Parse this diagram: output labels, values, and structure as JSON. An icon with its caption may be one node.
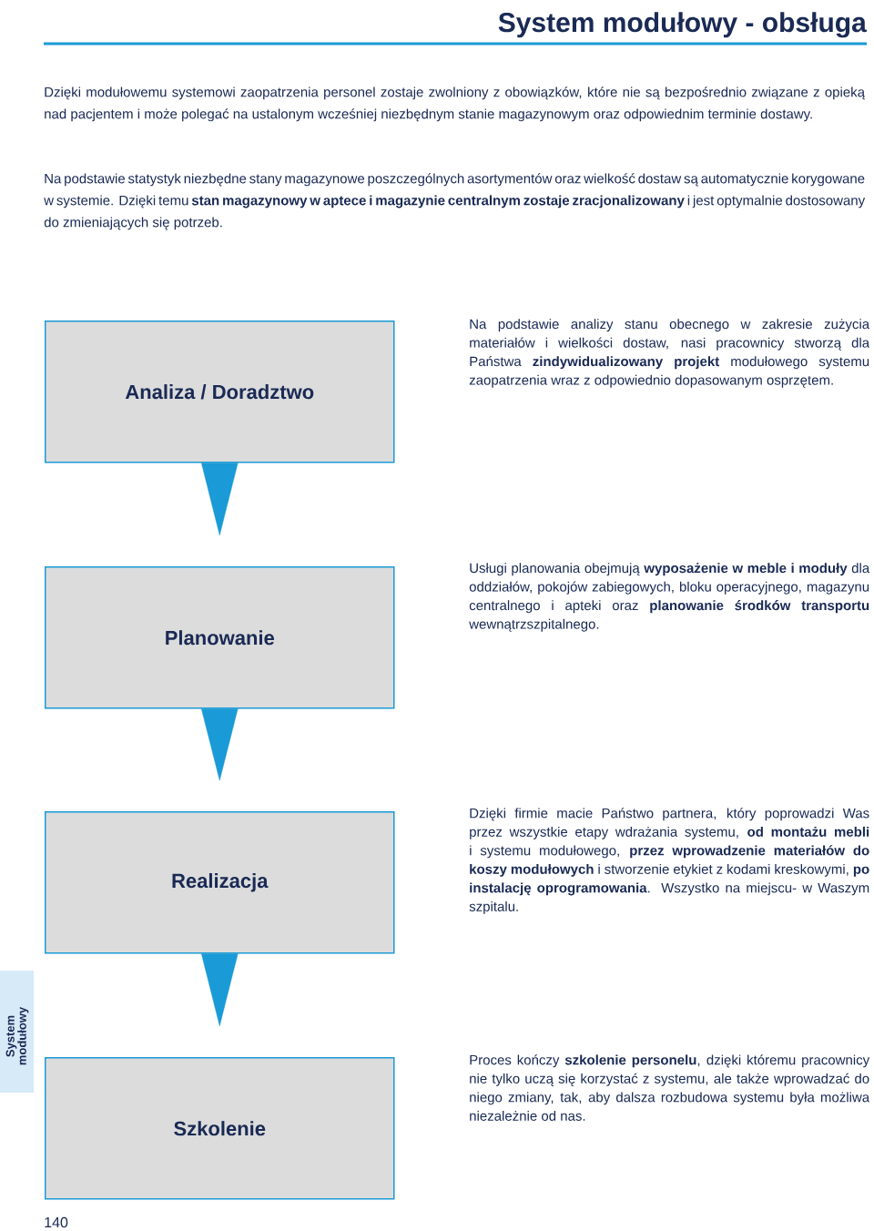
{
  "diagram": {
    "title": "System modułowy - obsługa",
    "nodes": [
      {
        "text": [
          "Analiza / Doradztwo"
        ]
      },
      {
        "text": [
          "Planowanie"
        ]
      },
      {
        "text": [
          "Realizacja"
        ]
      },
      {
        "text": [
          "Szkolenie"
        ]
      }
    ],
    "edges": [
      {
        "from": 0,
        "to": 1,
        "arrow": "to"
      },
      {
        "from": 1,
        "to": 2,
        "arrow": "to"
      },
      {
        "from": 2,
        "to": 3,
        "arrow": "to"
      }
    ],
    "labels": [
      "Dzięki modułowemu systemowi zaopatrzenia personel zostaje zwolniony z obowiązków, które nie są bezpośrednio związane z opieką nad pacjentem i może polegać na ustalonym wcześniej niezbędnym stanie magazynowym oraz odpowiednim terminie dostawy.",
      "Na podstawie statystyk niezbędne stany magazynowe poszczególnych asortymentów oraz wielkość dostaw są automatycznie korygowane w systemie. Dzięki temu **stan magazynowy w aptece i magazynie centralnym zostaje zracjonalizowany** i jest optymalnie dostosowany do zmieniających się potrzeb.",
      "Na podstawie analizy stanu obecnego w zakresie zużycia materiałów i wielkości dostaw, nasi pracownicy stworzą dla Państwa **zindywidualizowany projekt** modułowego systemu zaopatrzenia wraz z odpowiednio dopasowanym osprzętem.",
      "Usługi planowania obejmują **wyposażenie w meble i moduły** dla oddziałów, pokojów zabiegowych, bloku operacyjnego, magazynu centralnego i apteki oraz **planowanie środków transportu** wewnątrzszpitalnego.",
      "Dzięki firmie macie Państwo partnera, który poprowadzi Was przez wszystkie etapy wdrażania systemu, **od montażu mebli** i systemu modułowego, **przez wprowadzenie materiałów do koszy modułowych** i stworzenie etykiet z kodami kreskowymi, **po instalację oprogramowania**. Wszystko na miejscu- w Waszym szpitalu.",
      "Proces kończy **szkolenie personelu**, dzięki któremu pracownicy nie tylko uczą się korzystać z systemu, ale także wprowadzać do niego zmiany, tak, aby dalsza rozbudowa systemu była możliwa niezależnie od nas.",
      "System modułowy",
      "140"
    ]
  }
}
